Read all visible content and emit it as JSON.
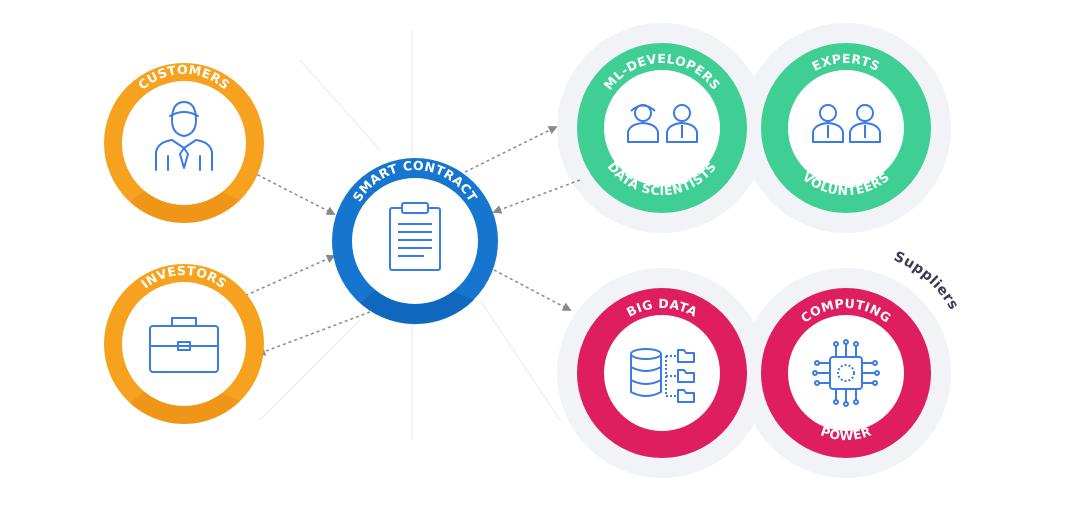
{
  "nodes": {
    "customers": {
      "label": "CUSTOMERS",
      "color": "#f6a21e",
      "color_dark": "#e98a12",
      "icon": "businessman-icon"
    },
    "investors": {
      "label": "INVESTORS",
      "color": "#f6a21e",
      "color_dark": "#e98a12",
      "icon": "briefcase-icon"
    },
    "smart_contract": {
      "label": "SMART CONTRACT",
      "color": "#1676cf",
      "color_dark": "#0d5fb2",
      "icon": "clipboard-icon"
    },
    "ml_developers": {
      "label_top": "ML-DEVELOPERS",
      "label_bottom": "DATA SCIENTISTS",
      "color": "#3fcf94",
      "color_dark": "#27b682",
      "icon": "developers-icon"
    },
    "experts": {
      "label_top": "EXPERTS",
      "label_bottom": "VOLUNTEERS",
      "color": "#3fcf94",
      "color_dark": "#27b682",
      "icon": "experts-icon"
    },
    "big_data": {
      "label": "BIG DATA",
      "color": "#de1e5f",
      "color_dark": "#c5124e",
      "icon": "database-icon"
    },
    "computing_power": {
      "label_top": "COMPUTING",
      "label_bottom": "POWER",
      "color": "#de1e5f",
      "color_dark": "#c5124e",
      "icon": "chip-icon"
    }
  },
  "suppliers_label": "Suppliers",
  "icon_color": "#3b7be8"
}
